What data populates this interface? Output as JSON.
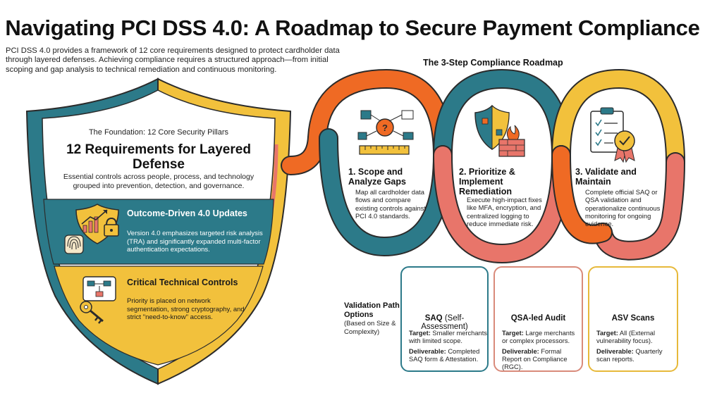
{
  "header": {
    "title": "Navigating PCI DSS 4.0: A Roadmap to Secure Payment Compliance",
    "intro": "PCI DSS 4.0 provides a framework of 12 core requirements designed to protect cardholder data through layered defenses. Achieving compliance requires a structured approach—from initial scoping and gap analysis to technical remediation and continuous monitoring."
  },
  "shield": {
    "foundation_label": "The Foundation: 12 Core Security Pillars",
    "title": "12 Requirements for Layered Defense",
    "description": "Essential controls across people, process, and technology grouped into prevention, detection, and governance.",
    "panels": [
      {
        "title": "Outcome-Driven 4.0 Updates",
        "description": "Version 4.0 emphasizes targeted risk analysis (TRA) and significantly expanded multi-factor authentication expectations."
      },
      {
        "title": "Critical Technical Controls",
        "description": "Priority is placed on network segmentation, strong cryptography, and strict \"need-to-know\" access."
      }
    ]
  },
  "roadmap": {
    "title": "The 3-Step Compliance Roadmap",
    "steps": [
      {
        "title": "1. Scope and Analyze Gaps",
        "description": "Map all cardholder data flows and compare existing controls against PCI 4.0 standards."
      },
      {
        "title": "2. Prioritize & Implement Remediation",
        "description": "Execute high-impact fixes like MFA, encryption, and centralized logging to reduce immediate risk."
      },
      {
        "title": "3. Validate and Maintain",
        "description": "Complete official SAQ or QSA validation and operationalize continuous monitoring for ongoing evidence."
      }
    ]
  },
  "validation": {
    "title": "Validation Path Options",
    "subtitle": "(Based on Size & Complexity)",
    "target_label": "Target:",
    "deliverable_label": "Deliverable:",
    "cards": [
      {
        "name": "SAQ",
        "name_suffix": "(Self-Assessment)",
        "target": "Smaller merchants with limited scope.",
        "deliverable": "Completed SAQ form & Attestation."
      },
      {
        "name": "QSA-led Audit",
        "name_suffix": "",
        "target": "Large merchants or complex processors.",
        "deliverable": "Formal Report on Compliance (RGC)."
      },
      {
        "name": "ASV Scans",
        "name_suffix": "",
        "target": "All (External vulnerability focus).",
        "deliverable": "Quarterly scan reports."
      }
    ]
  },
  "colors": {
    "orange": "#ef6a24",
    "teal": "#2c7a89",
    "yellow": "#f2c13c",
    "coral": "#e8756a",
    "ink": "#2b2b2b"
  }
}
